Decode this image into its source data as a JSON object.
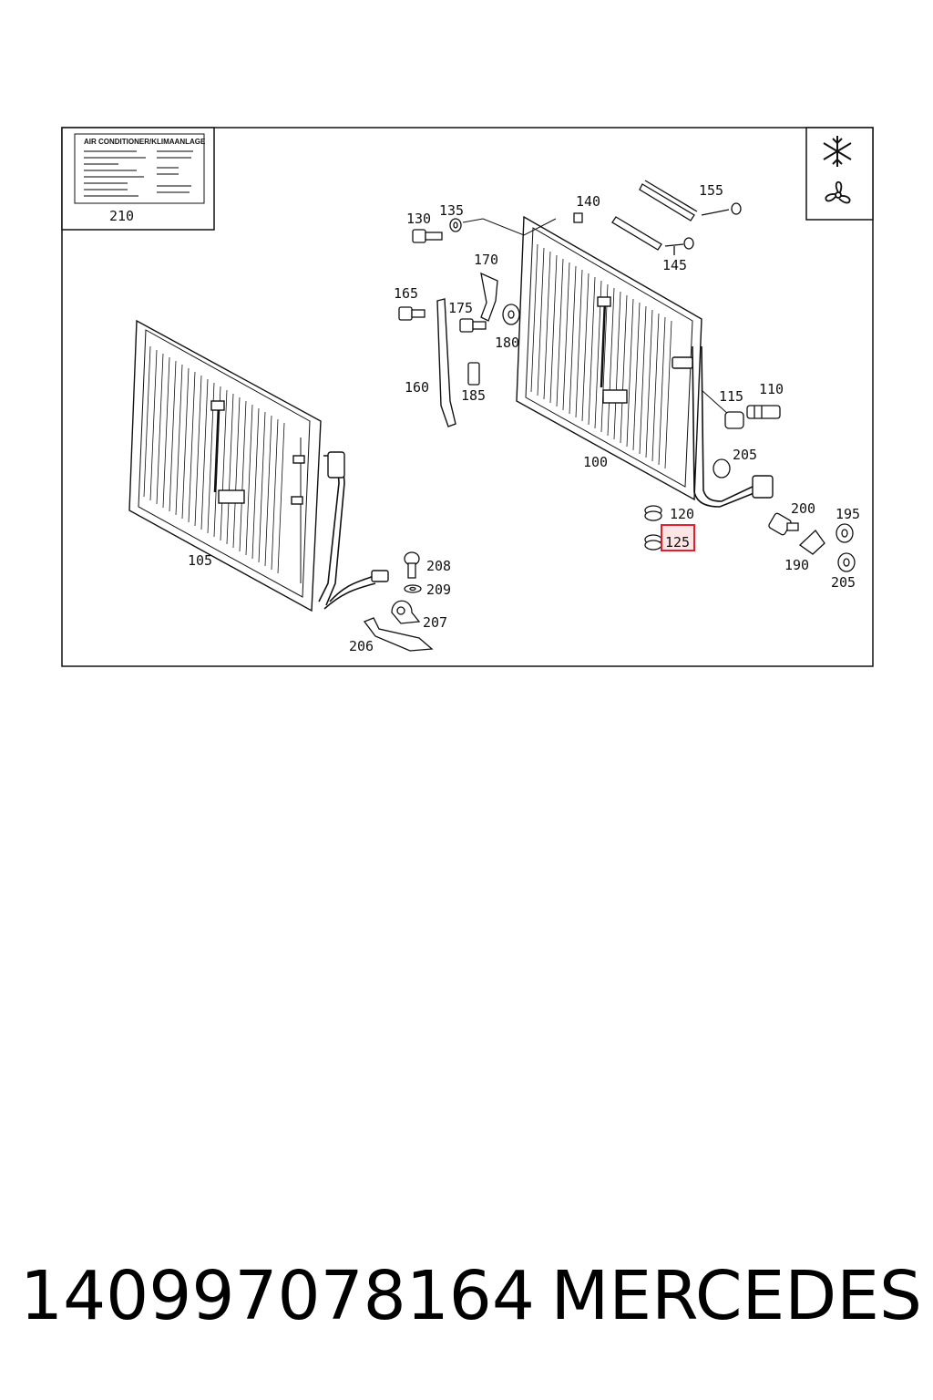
{
  "label_plate": {
    "heading": "AIR CONDITIONER/KLIMAANLAGE",
    "part_no": "210"
  },
  "highlighted_part": "125",
  "parts": {
    "p100": "100",
    "p105": "105",
    "p110": "110",
    "p115": "115",
    "p120": "120",
    "p125": "125",
    "p130": "130",
    "p135": "135",
    "p140": "140",
    "p145": "145",
    "p155": "155",
    "p160": "160",
    "p165": "165",
    "p170": "170",
    "p175": "175",
    "p180": "180",
    "p185": "185",
    "p190": "190",
    "p195": "195",
    "p200": "200",
    "p205a": "205",
    "p205b": "205",
    "p206": "206",
    "p207": "207",
    "p208": "208",
    "p209": "209"
  },
  "icons": [
    "snowflake-icon",
    "fan-icon"
  ],
  "caption": {
    "part_number": "140997078164",
    "brand": "MERCEDES"
  },
  "colors": {
    "highlight": "#e0202a",
    "highlight_fill": "#fbd3d3",
    "ink": "#111111"
  }
}
